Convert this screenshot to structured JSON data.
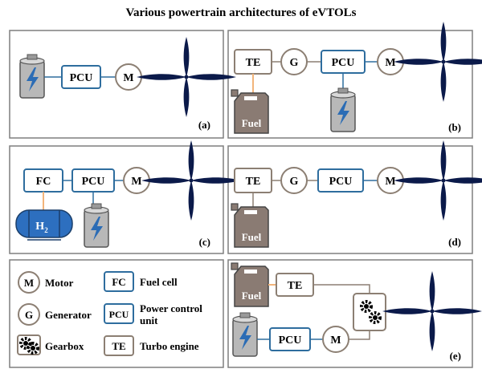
{
  "title": "Various powertrain architectures of eVTOLs",
  "panels": {
    "a": {
      "tag": "(a)",
      "pcu": "PCU",
      "motor": "M"
    },
    "b": {
      "tag": "(b)",
      "te": "TE",
      "gen": "G",
      "pcu": "PCU",
      "motor": "M",
      "fuel": "Fuel"
    },
    "c": {
      "tag": "(c)",
      "fc": "FC",
      "pcu": "PCU",
      "motor": "M",
      "h2": "H",
      "h2_sub": "2"
    },
    "d": {
      "tag": "(d)",
      "te": "TE",
      "gen": "G",
      "pcu": "PCU",
      "motor": "M",
      "fuel": "Fuel"
    },
    "e": {
      "tag": "(e)",
      "fuel": "Fuel",
      "te": "TE",
      "pcu": "PCU",
      "motor": "M"
    }
  },
  "legend": {
    "motor_sym": "M",
    "motor": "Motor",
    "gen_sym": "G",
    "gen": "Generator",
    "gearbox": "Gearbox",
    "fc_sym": "FC",
    "fc": "Fuel cell",
    "pcu_sym": "PCU",
    "pcu_line1": "Power control",
    "pcu_line2": "unit",
    "te_sym": "TE",
    "te": "Turbo engine"
  },
  "colors": {
    "frame": "#7f7f7f",
    "pcu_border": "#2e6d9e",
    "motor_border": "#8c7f73",
    "propeller": "#0b1a4a",
    "battery": "#b8b8b8",
    "bolt": "#2b6cb5",
    "fuel_can": "#8a7b73",
    "h2_tank": "#2d6fbf",
    "te_link": "#f2b47a",
    "fc_link": "#f2b47a"
  }
}
